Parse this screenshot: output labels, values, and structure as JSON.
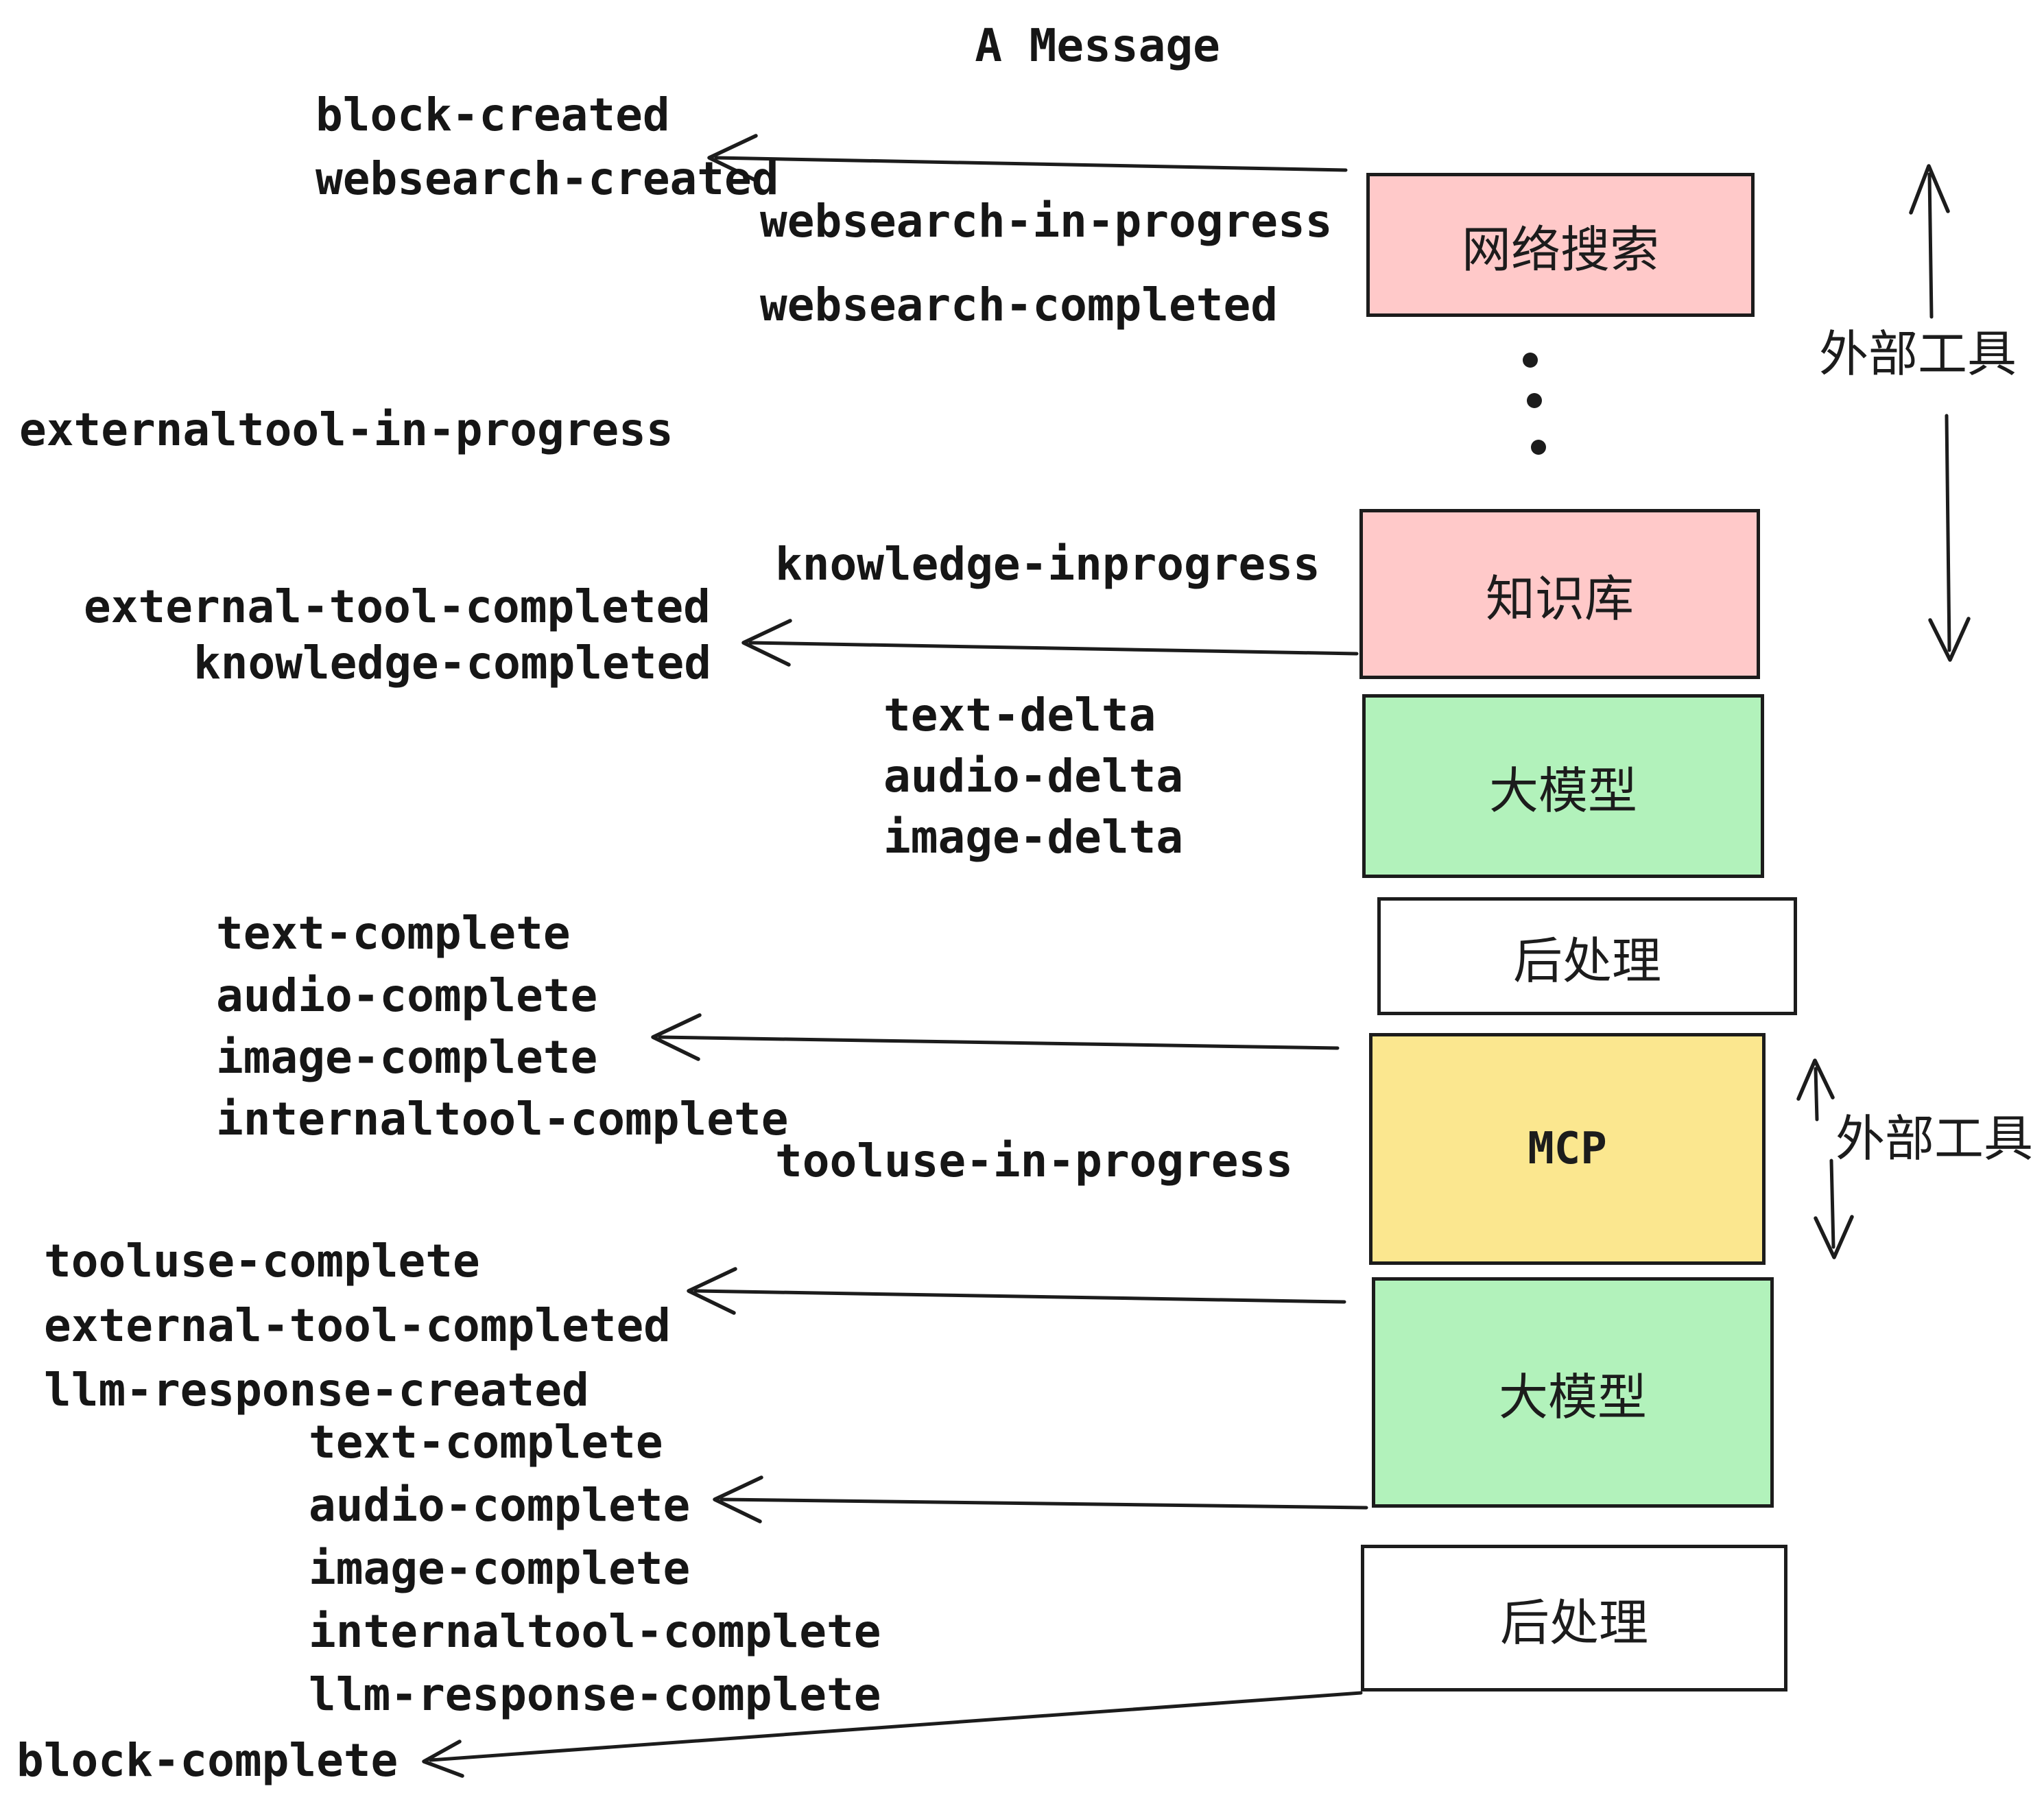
{
  "title": "A Message",
  "boxes": [
    {
      "id": "websearch",
      "label": "网络搜索",
      "fill": "#FFC9C9"
    },
    {
      "id": "knowledge",
      "label": "知识库",
      "fill": "#FFC9C9"
    },
    {
      "id": "llm-1",
      "label": "大模型",
      "fill": "#B2F2BB"
    },
    {
      "id": "post-1",
      "label": "后处理",
      "fill": "#FFFFFF"
    },
    {
      "id": "mcp",
      "label": "MCP",
      "fill": "#FBE78F"
    },
    {
      "id": "llm-2",
      "label": "大模型",
      "fill": "#B2F2BB"
    },
    {
      "id": "post-2",
      "label": "后处理",
      "fill": "#FFFFFF"
    }
  ],
  "side_labels": [
    {
      "id": "external-tools-top",
      "text": "外部工具"
    },
    {
      "id": "external-tools-mcp",
      "text": "外部工具"
    }
  ],
  "events": [
    {
      "id": "block-created",
      "text": "block-created"
    },
    {
      "id": "websearch-created",
      "text": "websearch-created"
    },
    {
      "id": "websearch-in-progress",
      "text": "websearch-in-progress"
    },
    {
      "id": "websearch-completed",
      "text": "websearch-completed"
    },
    {
      "id": "externaltool-in-progress",
      "text": "externaltool-in-progress"
    },
    {
      "id": "knowledge-inprogress",
      "text": "knowledge-inprogress"
    },
    {
      "id": "external-tool-completed",
      "text": "external-tool-completed"
    },
    {
      "id": "knowledge-completed",
      "text": "knowledge-completed"
    },
    {
      "id": "text-delta-1",
      "text": "text-delta"
    },
    {
      "id": "audio-delta-1",
      "text": "audio-delta"
    },
    {
      "id": "image-delta-1",
      "text": "image-delta"
    },
    {
      "id": "text-complete-1",
      "text": "text-complete"
    },
    {
      "id": "audio-complete-1",
      "text": "audio-complete"
    },
    {
      "id": "image-complete-1",
      "text": "image-complete"
    },
    {
      "id": "internaltool-complete-1",
      "text": "internaltool-complete"
    },
    {
      "id": "tooluse-in-progress",
      "text": "tooluse-in-progress"
    },
    {
      "id": "tooluse-complete",
      "text": "tooluse-complete"
    },
    {
      "id": "external-tool-completed-2",
      "text": "external-tool-completed"
    },
    {
      "id": "llm-response-created",
      "text": "llm-response-created"
    },
    {
      "id": "text-complete-2",
      "text": "text-complete"
    },
    {
      "id": "audio-complete-2",
      "text": "audio-complete"
    },
    {
      "id": "image-complete-2",
      "text": "image-complete"
    },
    {
      "id": "internaltool-complete-2",
      "text": "internaltool-complete"
    },
    {
      "id": "llm-response-complete",
      "text": "llm-response-complete"
    },
    {
      "id": "block-complete",
      "text": "block-complete"
    }
  ],
  "colors": {
    "background": "#ffffff",
    "stroke": "#1c1c1c",
    "text": "#161616",
    "box_border": "#1c1c1c",
    "pink": "#FFC9C9",
    "green": "#B2F2BB",
    "yellow": "#FBE78F",
    "white": "#FFFFFF"
  }
}
